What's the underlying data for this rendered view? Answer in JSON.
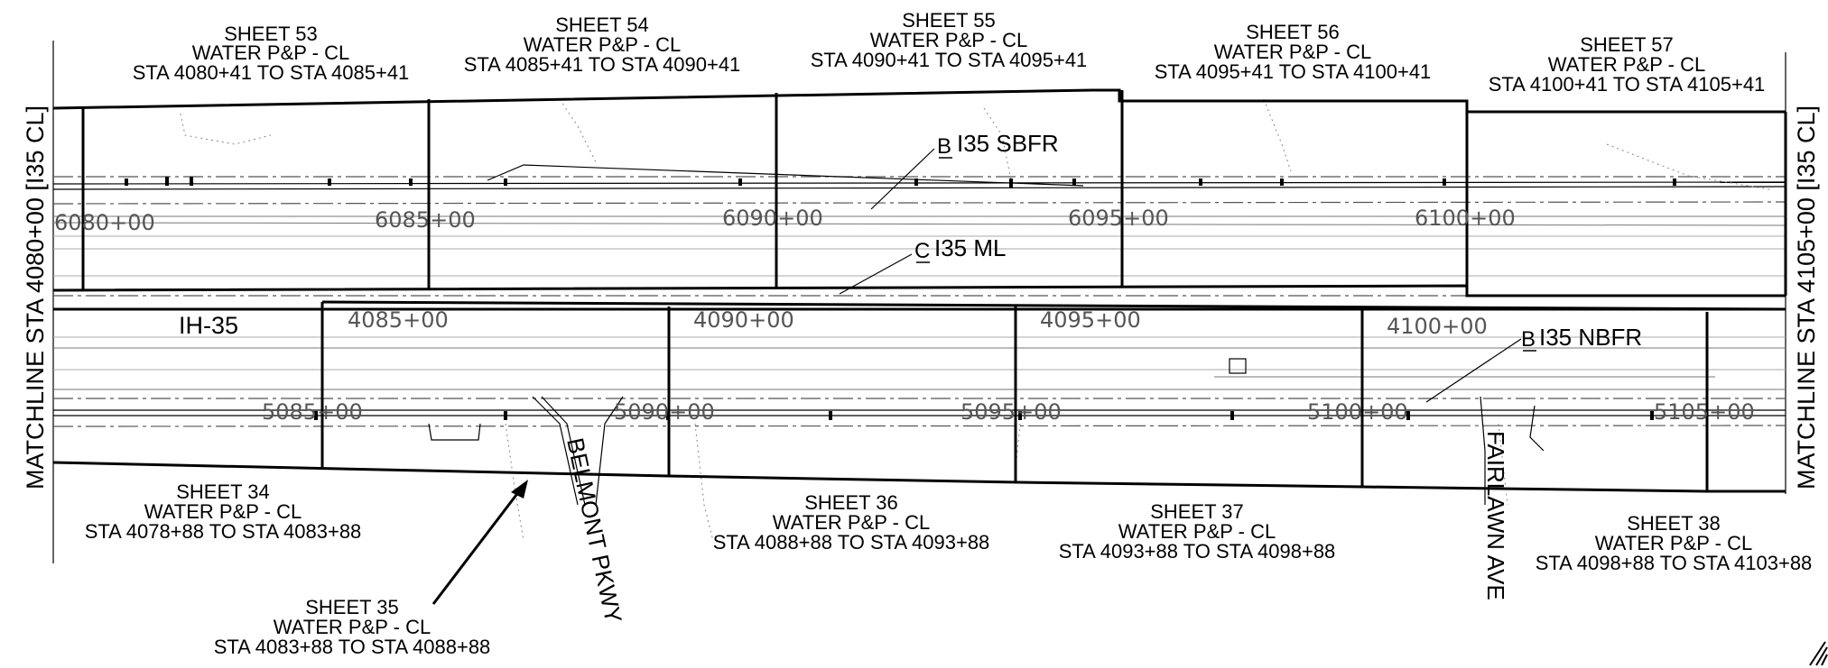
{
  "top_sheets": [
    {
      "line1": "SHEET 53",
      "line2": "WATER P&P - CL",
      "line3": "STA 4080+41 TO STA 4085+41"
    },
    {
      "line1": "SHEET 54",
      "line2": "WATER P&P - CL",
      "line3": "STA 4085+41 TO STA 4090+41"
    },
    {
      "line1": "SHEET 55",
      "line2": "WATER P&P - CL",
      "line3": "STA 4090+41 TO STA 4095+41"
    },
    {
      "line1": "SHEET 56",
      "line2": "WATER P&P - CL",
      "line3": "STA 4095+41 TO STA 4100+41"
    },
    {
      "line1": "SHEET 57",
      "line2": "WATER P&P - CL",
      "line3": "STA 4100+41 TO STA 4105+41"
    }
  ],
  "bottom_sheets": [
    {
      "line1": "SHEET 34",
      "line2": "WATER P&P - CL",
      "line3": "STA 4078+88 TO STA 4083+88"
    },
    {
      "line1": "SHEET 35",
      "line2": "WATER P&P - CL",
      "line3": "STA 4083+88 TO STA 4088+88"
    },
    {
      "line1": "SHEET 36",
      "line2": "WATER P&P - CL",
      "line3": "STA 4088+88 TO STA 4093+88"
    },
    {
      "line1": "SHEET 37",
      "line2": "WATER P&P - CL",
      "line3": "STA 4093+88 TO STA 4098+88"
    },
    {
      "line1": "SHEET 38",
      "line2": "WATER P&P - CL",
      "line3": "STA 4098+88 TO STA 4103+88"
    }
  ],
  "upper_stations": [
    "6080+00",
    "6085+00",
    "6090+00",
    "6095+00",
    "6100+00"
  ],
  "mid_stations": [
    "4085+00",
    "4090+00",
    "4095+00",
    "4100+00"
  ],
  "lower_stations": [
    "5085+00",
    "5090+00",
    "5095+00",
    "5100+00",
    "5105+00"
  ],
  "callouts": {
    "sbfr": "I35 SBFR",
    "ml": "I35 ML",
    "nbfr": "I35 NBFR",
    "ih35": "IH-35"
  },
  "streets": {
    "belmont": "BELMONT PKWY",
    "fairlawn": "FAIRLAWN AVE"
  },
  "matchlines": {
    "left": "MATCHLINE STA 4080+00 [I35 CL]",
    "right": "MATCHLINE STA 4105+00 [I35 CL]"
  }
}
